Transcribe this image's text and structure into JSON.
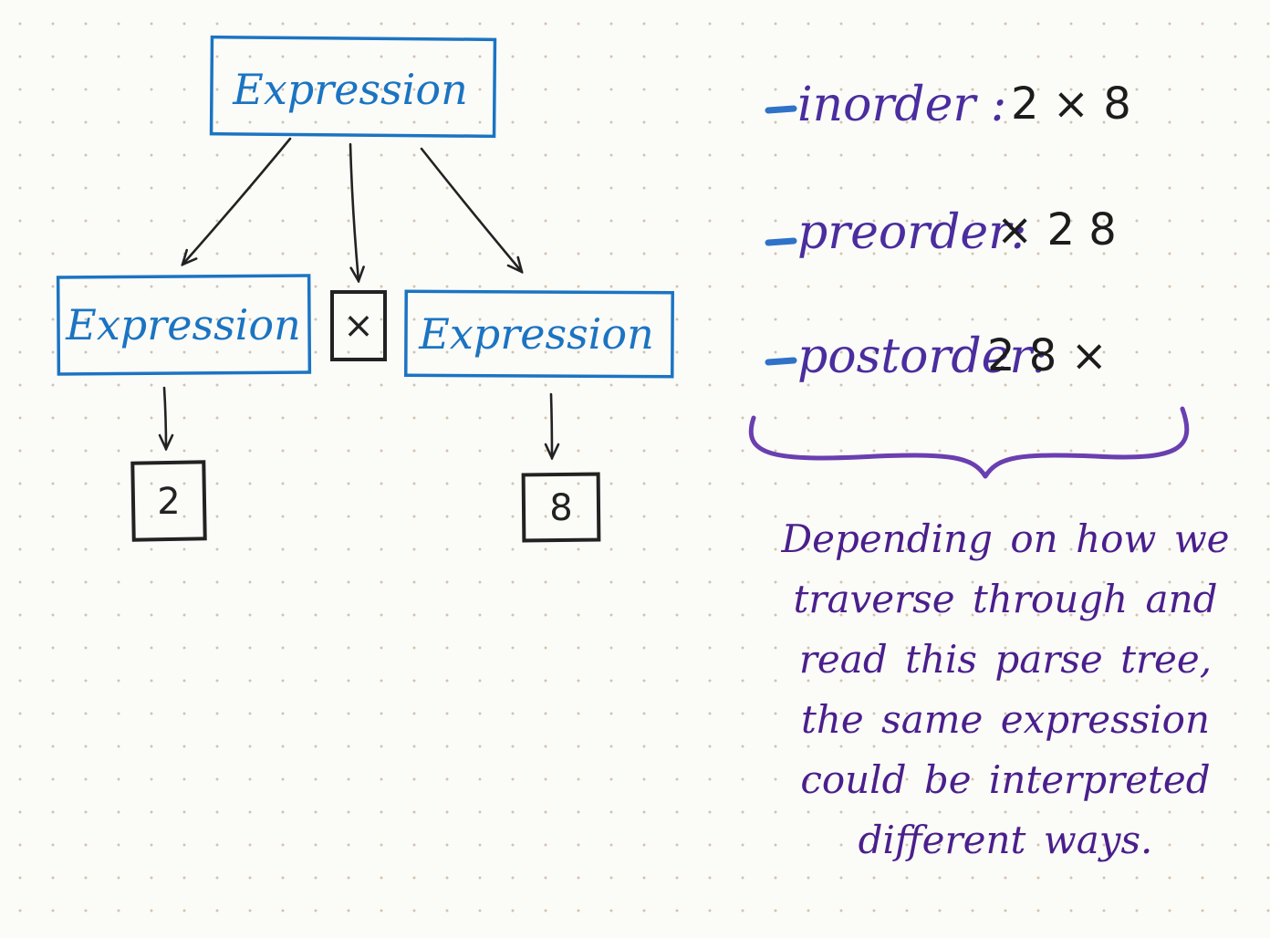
{
  "tree": {
    "root": {
      "label": "Expression"
    },
    "left": {
      "label": "Expression",
      "leaf": "2"
    },
    "operator": {
      "label": "×"
    },
    "right": {
      "label": "Expression",
      "leaf": "8"
    }
  },
  "traversals": [
    {
      "name": "inorder :",
      "sequence": "2 × 8"
    },
    {
      "name": "preorder:",
      "sequence": "× 2 8"
    },
    {
      "name": "postorder:",
      "sequence": "2 8 ×"
    }
  ],
  "note": "Depending on how we traverse through and read this parse tree, the same expression could be interpreted different ways.",
  "colors": {
    "expression_ink": "#1b74c2",
    "leaf_ink": "#222222",
    "traversal_name_ink": "#4a2d9e",
    "dash_ink": "#2f72c8",
    "brace_ink": "#6a3fb0",
    "note_ink": "#4a1f8c"
  }
}
